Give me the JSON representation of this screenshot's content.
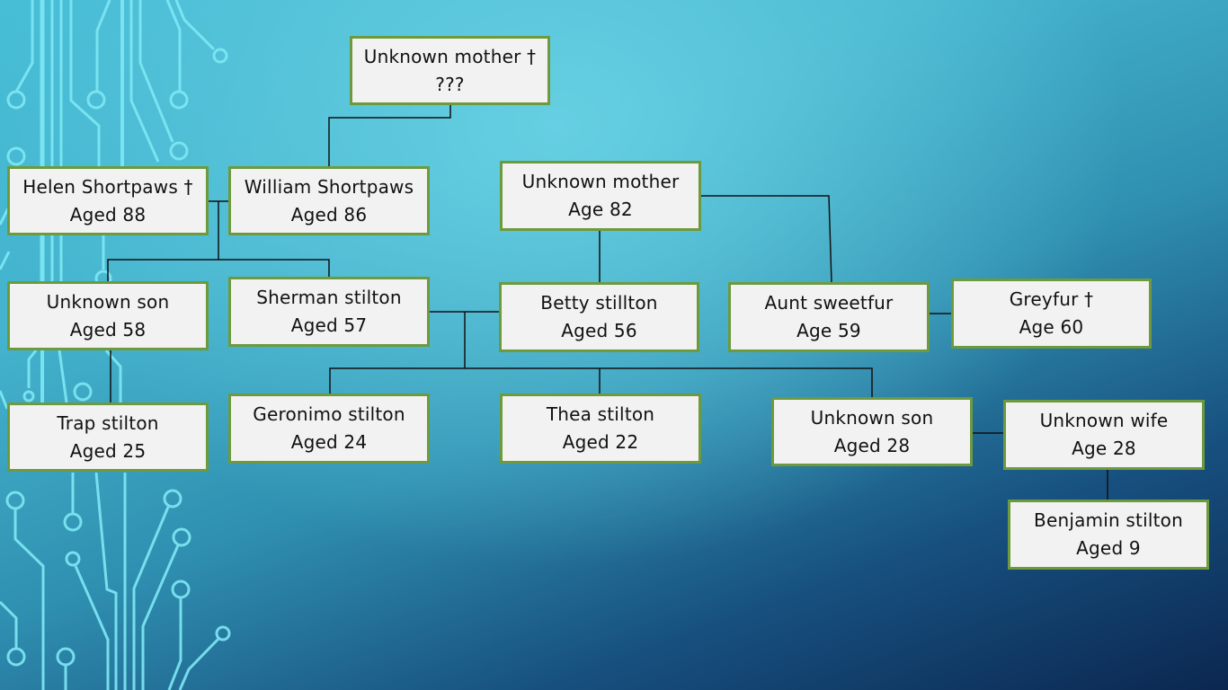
{
  "diagram": {
    "type": "family-tree",
    "theme": {
      "node_fill": "#f2f2f2",
      "node_border": "#6e9a3e",
      "connector_color": "#111111",
      "background_light": "#5fcbe0",
      "background_dark": "#0b2750",
      "circuit_color": "#7fe8f5"
    },
    "nodes": {
      "unknown_mother_1": {
        "name": "Unknown mother †",
        "age": "???"
      },
      "helen": {
        "name": "Helen Shortpaws †",
        "age": "Aged 88"
      },
      "william": {
        "name": "William Shortpaws",
        "age": "Aged 86"
      },
      "unknown_mother_2": {
        "name": "Unknown mother",
        "age": "Age 82"
      },
      "unknown_son_1": {
        "name": "Unknown son",
        "age": "Aged 58"
      },
      "sherman": {
        "name": "Sherman stilton",
        "age": "Aged 57"
      },
      "betty": {
        "name": "Betty stillton",
        "age": "Aged 56"
      },
      "aunt_sweetfur": {
        "name": "Aunt sweetfur",
        "age": "Age 59"
      },
      "greyfur": {
        "name": "Greyfur †",
        "age": "Age 60"
      },
      "trap": {
        "name": "Trap stilton",
        "age": "Aged 25"
      },
      "geronimo": {
        "name": "Geronimo stilton",
        "age": "Aged 24"
      },
      "thea": {
        "name": "Thea stilton",
        "age": "Aged 22"
      },
      "unknown_son_2": {
        "name": "Unknown son",
        "age": "Aged 28"
      },
      "unknown_wife": {
        "name": "Unknown wife",
        "age": "Age 28"
      },
      "benjamin": {
        "name": "Benjamin stilton",
        "age": "Aged 9"
      }
    },
    "relations": [
      {
        "type": "parent",
        "from": "unknown_mother_1",
        "to": "william"
      },
      {
        "type": "spouse",
        "a": "helen",
        "b": "william"
      },
      {
        "type": "parent",
        "from": "helen+william",
        "to": "unknown_son_1"
      },
      {
        "type": "parent",
        "from": "helen+william",
        "to": "sherman"
      },
      {
        "type": "parent",
        "from": "unknown_son_1",
        "to": "trap"
      },
      {
        "type": "parent",
        "from": "unknown_mother_2",
        "to": "betty"
      },
      {
        "type": "parent",
        "from": "unknown_mother_2",
        "to": "aunt_sweetfur"
      },
      {
        "type": "spouse",
        "a": "sherman",
        "b": "betty"
      },
      {
        "type": "spouse",
        "a": "aunt_sweetfur",
        "b": "greyfur"
      },
      {
        "type": "parent",
        "from": "sherman+betty",
        "to": "geronimo"
      },
      {
        "type": "parent",
        "from": "sherman+betty",
        "to": "thea"
      },
      {
        "type": "parent",
        "from": "sherman+betty",
        "to": "unknown_son_2"
      },
      {
        "type": "spouse",
        "a": "unknown_son_2",
        "b": "unknown_wife"
      },
      {
        "type": "parent",
        "from": "unknown_wife",
        "to": "benjamin"
      }
    ]
  }
}
